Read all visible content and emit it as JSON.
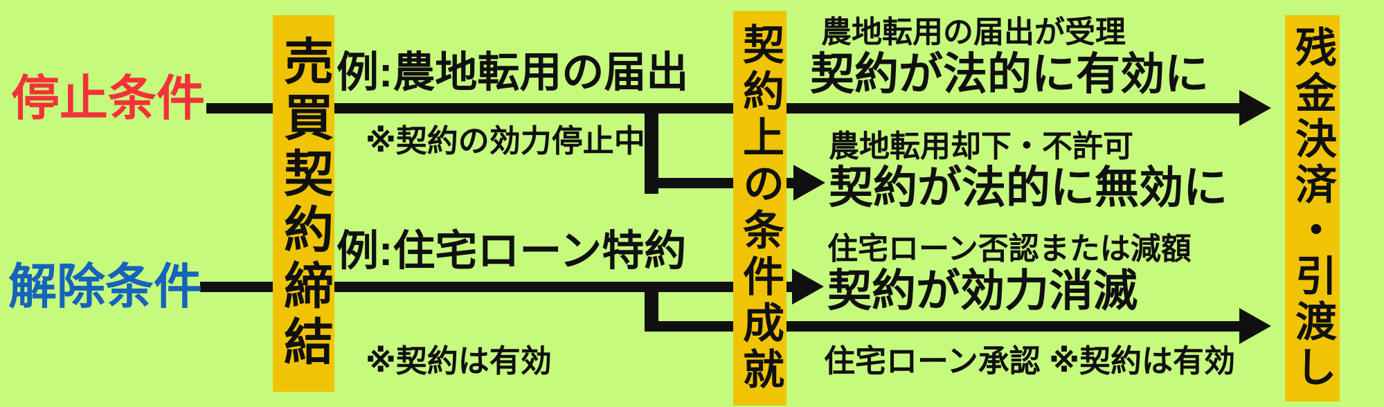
{
  "colors": {
    "background": "#c6fa7d",
    "bar": "#f0c405",
    "line": "#101010",
    "red": "#f23238",
    "blue": "#1563bb",
    "text": "#101010"
  },
  "conditions": {
    "suspensive_label": "停止条件",
    "resolutive_label": "解除条件"
  },
  "stages": {
    "contract_signing": "売買契約締結",
    "condition_fulfillment": "契約上の条件成就",
    "settlement_handover": "残金決済・引渡し"
  },
  "suspensive": {
    "example": "例:農地転用の届出",
    "note": "※契約の効力停止中",
    "fulfilled_case": "農地転用の届出が受理",
    "fulfilled_result": "契約が法的に有効に",
    "unfulfilled_case": "農地転用却下・不許可",
    "unfulfilled_result": "契約が法的に無効に"
  },
  "resolutive": {
    "example": "例:住宅ローン特約",
    "note": "※契約は有効",
    "fulfilled_case": "住宅ローン否認または減額",
    "fulfilled_result": "契約が効力消滅",
    "unfulfilled_case": "住宅ローン承認 ※契約は有効"
  }
}
